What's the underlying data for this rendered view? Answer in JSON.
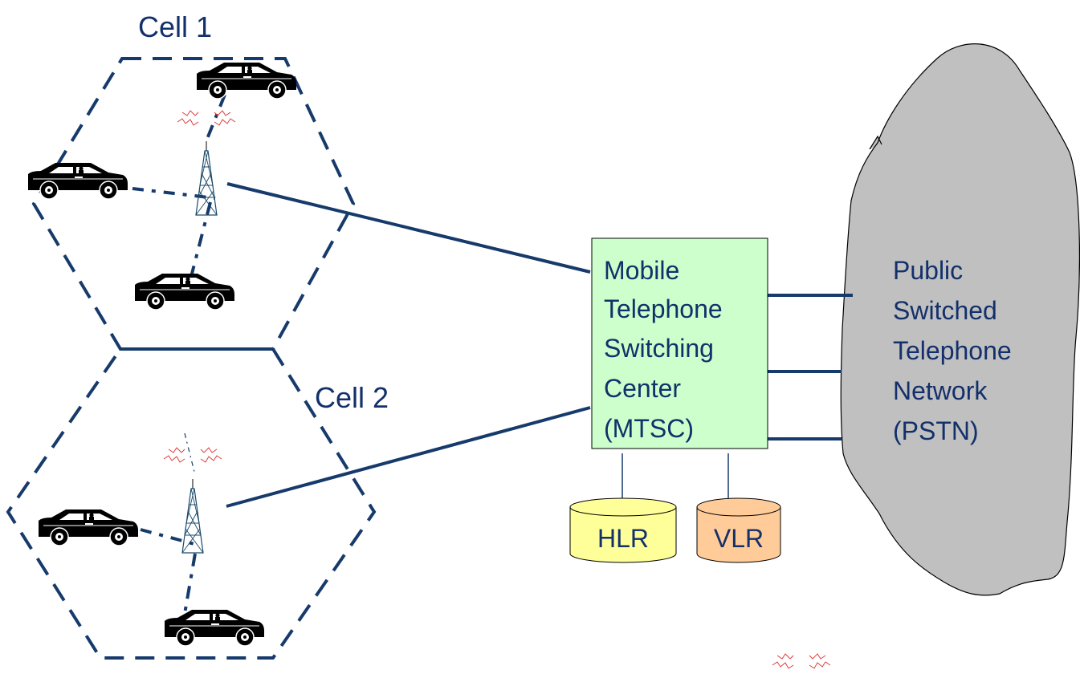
{
  "cells": [
    {
      "label": "Cell 1"
    },
    {
      "label": "Cell 2"
    }
  ],
  "mtsc": {
    "lines": [
      "Mobile",
      "Telephone",
      "Switching",
      "Center",
      "(MTSC)"
    ]
  },
  "databases": [
    {
      "label": "HLR"
    },
    {
      "label": "VLR"
    }
  ],
  "pstn": {
    "lines": [
      "Public",
      "Switched",
      "Telephone",
      "Network",
      "(PSTN)"
    ]
  },
  "colors": {
    "text": "#13306a",
    "link": "#163a6b",
    "cell_border": "#163a6b",
    "mtsc_fill": "#ccffcc",
    "hlr_fill": "#ffff99",
    "vlr_fill": "#ffcc99",
    "cloud_fill": "#c0c0c0",
    "signal": "#e03030"
  }
}
